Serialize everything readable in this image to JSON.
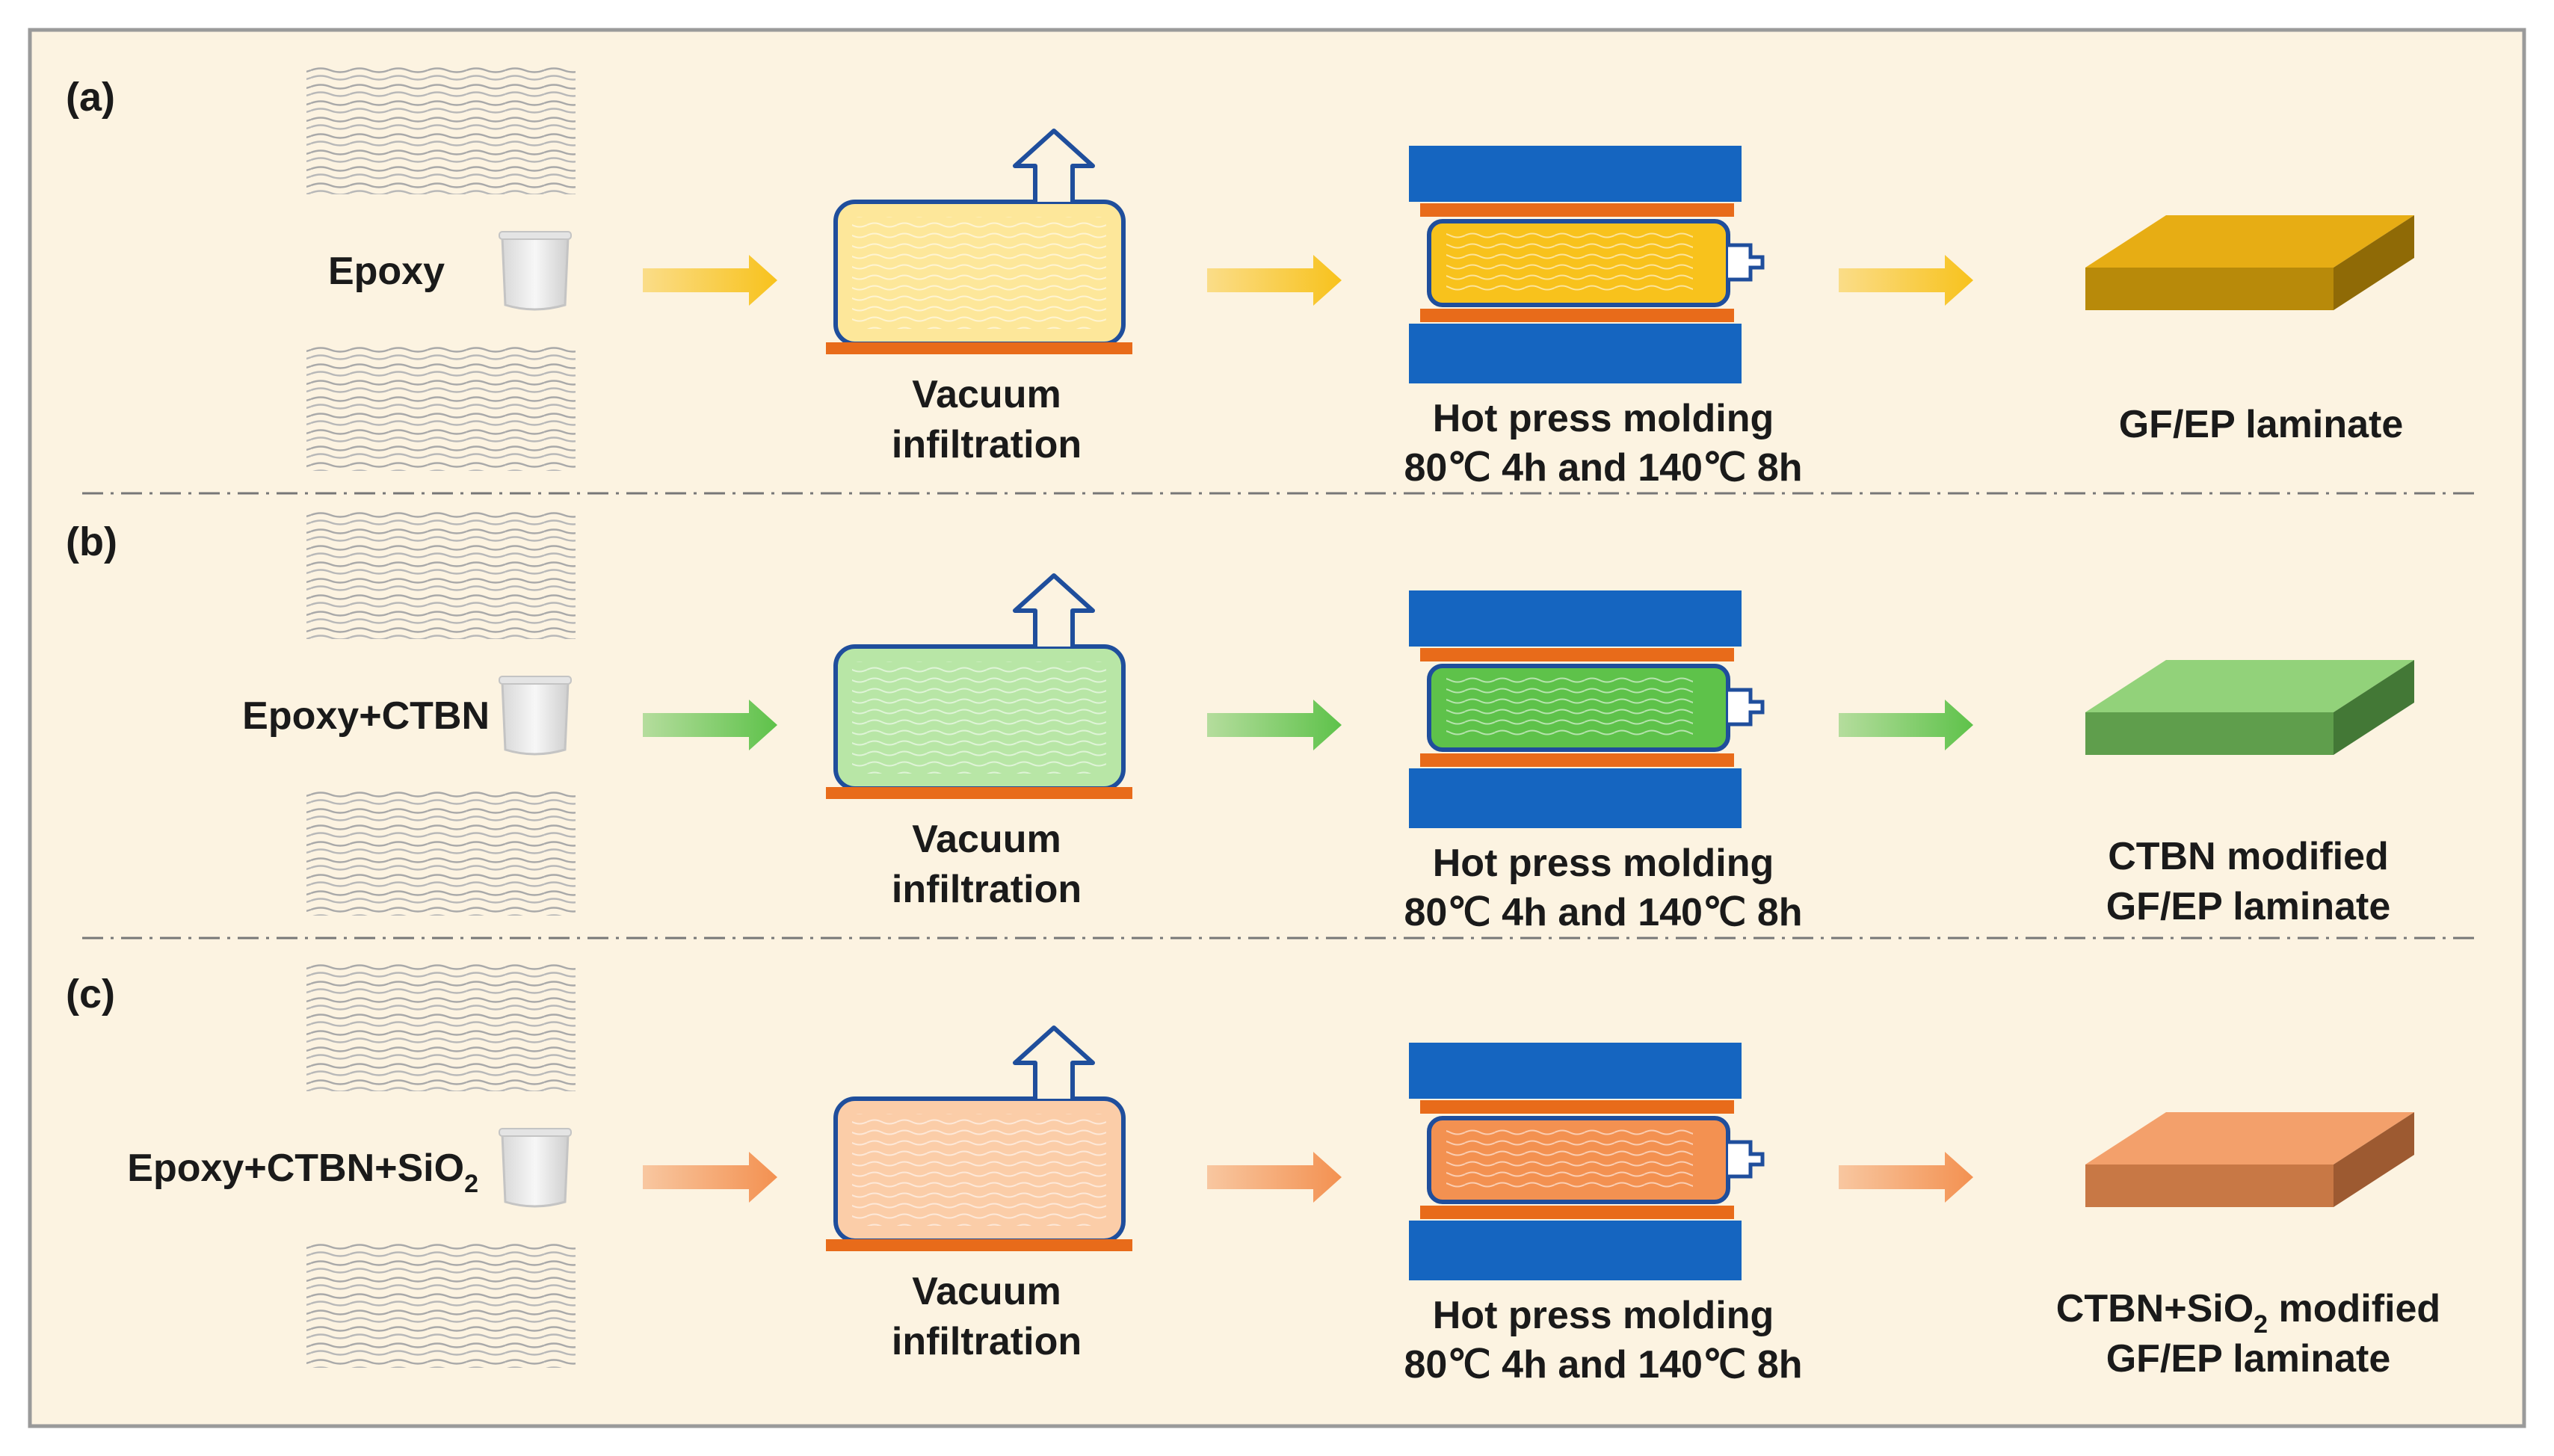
{
  "colors": {
    "background": "#fcf3e1",
    "border": "#9a9a9a",
    "press_plate": "#1565c0",
    "heater_strip": "#e86b1a",
    "bag_outline": "#1f4e9c"
  },
  "rows": [
    {
      "panel_label": "(a)",
      "resin_label": "Epoxy",
      "resin_subscript": "",
      "resin_suffix": "",
      "color": "#f8c21c",
      "color_light": "#fde79a",
      "laminate_top": "#e7ad14",
      "laminate_front": "#b88a0a",
      "laminate_side": "#8f6a06",
      "step2_lines": [
        "Vacuum",
        "infiltration"
      ],
      "step3_lines": [
        "Hot press molding",
        "80℃ 4h and 140℃ 8h"
      ],
      "product_line1_pre": "GF/EP laminate",
      "product_line1_sub": "",
      "product_line1_post": "",
      "product_line2": ""
    },
    {
      "panel_label": "(b)",
      "resin_label": "Epoxy+CTBN",
      "resin_subscript": "",
      "resin_suffix": "",
      "color": "#5ec24a",
      "color_light": "#b8e6a6",
      "laminate_top": "#92d27a",
      "laminate_front": "#5f9e4c",
      "laminate_side": "#437836",
      "step2_lines": [
        "Vacuum",
        "infiltration"
      ],
      "step3_lines": [
        "Hot press molding",
        "80℃ 4h and 140℃ 8h"
      ],
      "product_line1_pre": "CTBN modified",
      "product_line1_sub": "",
      "product_line1_post": "",
      "product_line2": "GF/EP laminate"
    },
    {
      "panel_label": "(c)",
      "resin_label": "Epoxy+CTBN+SiO",
      "resin_subscript": "2",
      "resin_suffix": "",
      "color": "#f39151",
      "color_light": "#fbcda8",
      "laminate_top": "#f3a06b",
      "laminate_front": "#c87845",
      "laminate_side": "#9d5a31",
      "step2_lines": [
        "Vacuum",
        "infiltration"
      ],
      "step3_lines": [
        "Hot press molding",
        "80℃ 4h and 140℃ 8h"
      ],
      "product_line1_pre": "CTBN+SiO",
      "product_line1_sub": "2",
      "product_line1_post": " modified",
      "product_line2": "GF/EP laminate"
    }
  ]
}
